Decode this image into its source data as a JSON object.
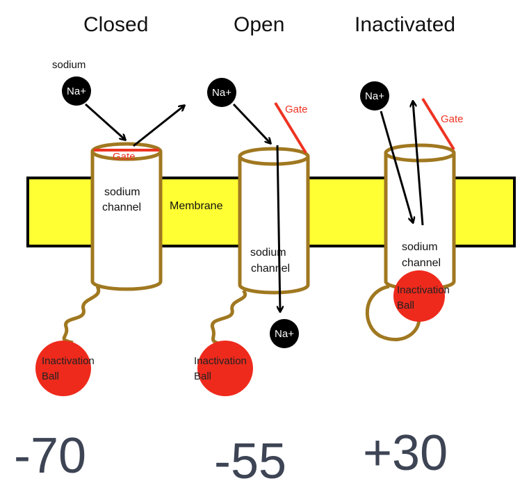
{
  "states": {
    "closed": {
      "title": "Closed",
      "sodium_label": "sodium",
      "ion_label": "Na+",
      "gate_label": "Gate",
      "channel_line1": "sodium",
      "channel_line2": "channel",
      "ball_line1": "Inactivation",
      "ball_line2": "Ball",
      "voltage": "-70"
    },
    "open": {
      "title": "Open",
      "ion_top_label": "Na+",
      "ion_bottom_label": "Na+",
      "gate_label": "Gate",
      "channel_line1": "sodium",
      "channel_line2": "channel",
      "ball_line1": "Inactivation",
      "ball_line2": "Ball",
      "voltage": "-55"
    },
    "inactivated": {
      "title": "Inactivated",
      "ion_label": "Na+",
      "gate_label": "Gate",
      "channel_line1": "sodium",
      "channel_line2": "channel",
      "ball_line1": "Inactivation",
      "ball_line2": "Ball",
      "voltage": "+30"
    }
  },
  "membrane_label": "Membrane",
  "colors": {
    "membrane": "#ffff33",
    "channel_outline": "#a07820",
    "gate": "#ee3322",
    "ball": "#ee2a1c",
    "ion": "#000000",
    "voltage_text": "#3d4454"
  }
}
